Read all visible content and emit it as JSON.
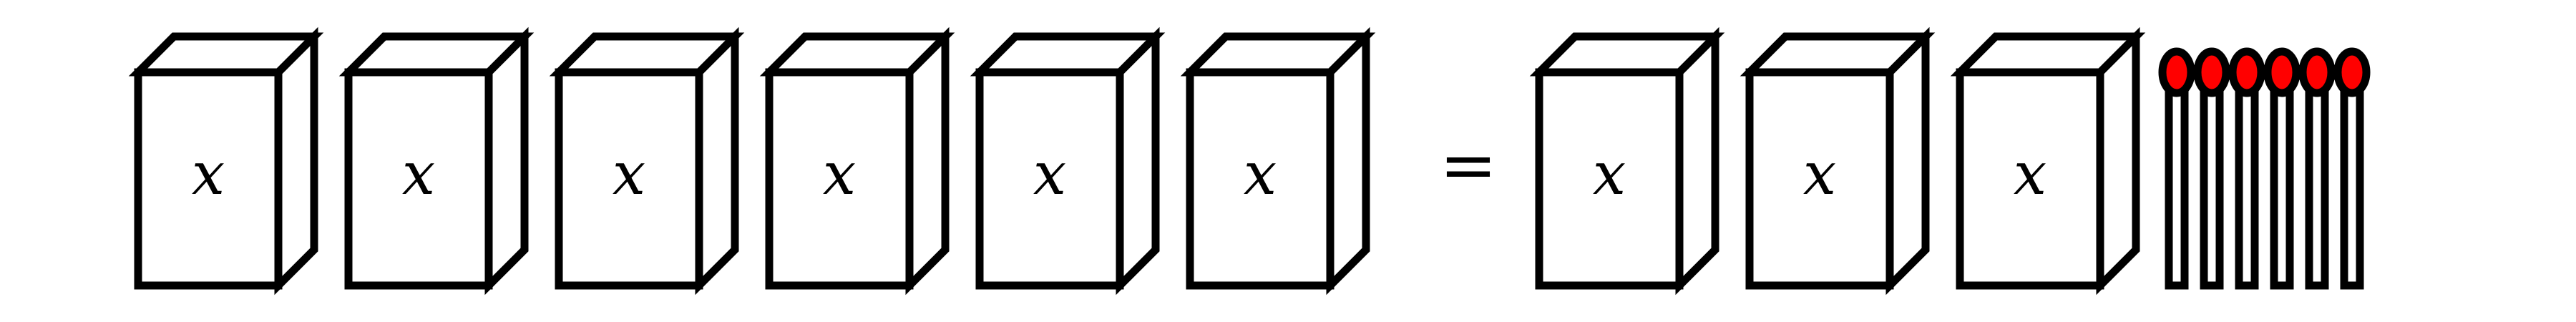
{
  "equation": {
    "left_boxes": [
      {
        "label": "x"
      },
      {
        "label": "x"
      },
      {
        "label": "x"
      },
      {
        "label": "x"
      },
      {
        "label": "x"
      },
      {
        "label": "x"
      }
    ],
    "equals_symbol": "=",
    "right_boxes": [
      {
        "label": "x"
      },
      {
        "label": "x"
      },
      {
        "label": "x"
      }
    ],
    "matchstick_count": 6
  },
  "colors": {
    "match_head": "#ff0000",
    "outline": "#000000",
    "background": "#ffffff"
  }
}
